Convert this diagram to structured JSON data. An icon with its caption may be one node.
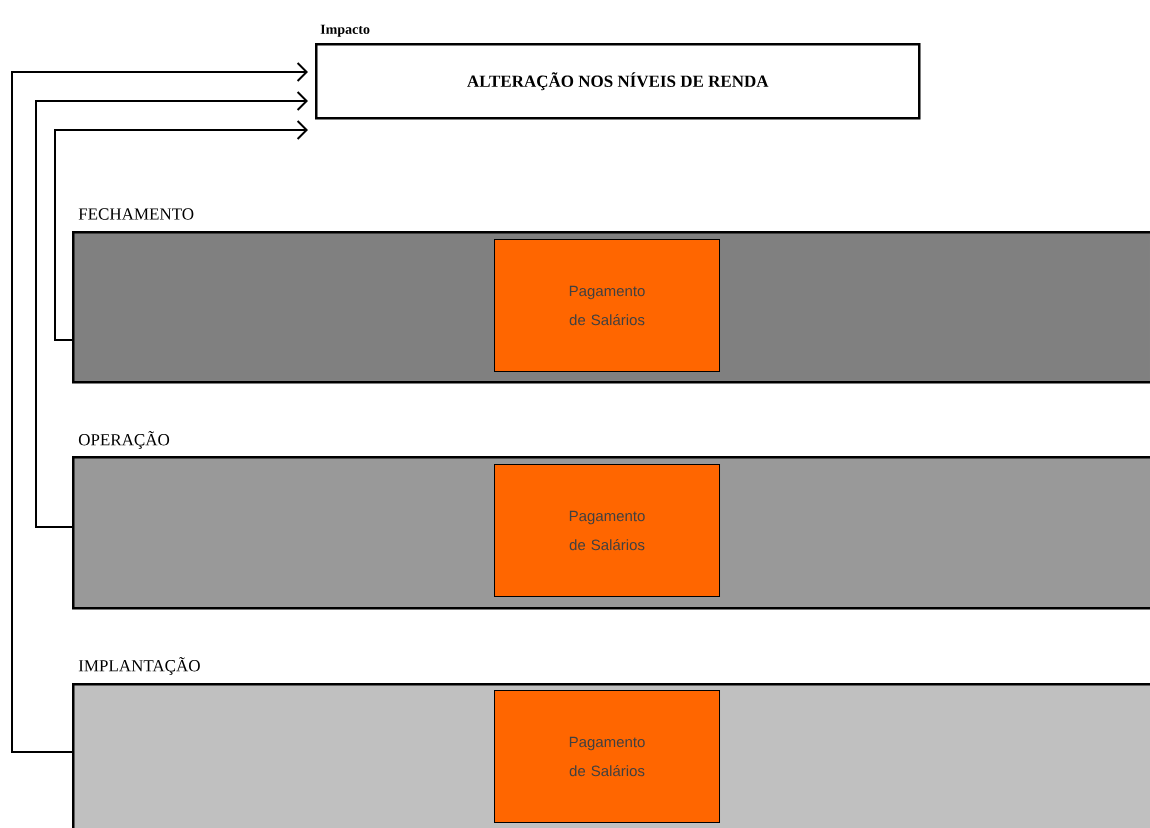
{
  "diagram": {
    "nodes": [
      {
        "text": [
          "Impacto",
          "ALTERAÇÃO NOS NÍVEIS DE RENDA"
        ]
      },
      {
        "text": [
          "FECHAMENTO"
        ]
      },
      {
        "text": [
          "Pagamento de Salários"
        ],
        "in": 1
      },
      {
        "text": [
          "OPERAÇÃO"
        ]
      },
      {
        "text": [
          "Pagamento de Salários"
        ],
        "in": 3
      },
      {
        "text": [
          "IMPLANTAÇÃO"
        ]
      },
      {
        "text": [
          "Pagamento de Salários"
        ],
        "in": 5
      }
    ],
    "edges": [
      {
        "from": 1,
        "to": 0,
        "arrow": "to"
      },
      {
        "from": 3,
        "to": 0,
        "arrow": "to"
      },
      {
        "from": 5,
        "to": 0,
        "arrow": "to"
      }
    ]
  }
}
